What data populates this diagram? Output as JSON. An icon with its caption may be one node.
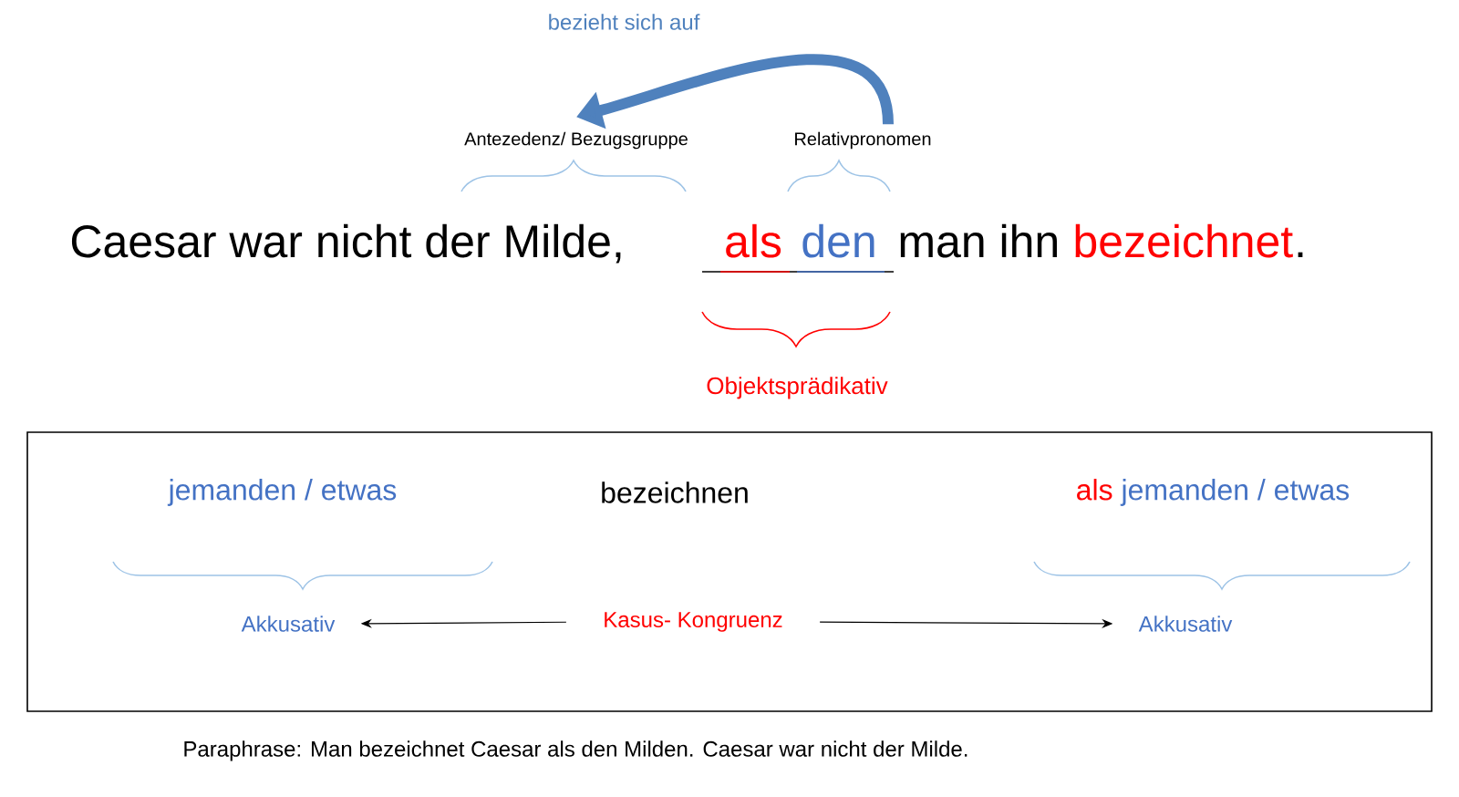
{
  "diagram": {
    "nodes": [
      {
        "text": [
          "Antezedenz/ Bezugsgruppe"
        ]
      },
      {
        "text": [
          "Relativpronomen"
        ]
      },
      {
        "text": [],
        "shape": "box"
      },
      {
        "text": [
          "jemanden / etwas"
        ],
        "in": 2
      },
      {
        "text": [
          "bezeichnen"
        ],
        "in": 2
      },
      {
        "text": [
          "als",
          "jemanden / etwas"
        ],
        "in": 2
      },
      {
        "text": [
          "Akkusativ"
        ],
        "in": 2
      },
      {
        "text": [
          "Kasus- Kongruenz"
        ],
        "in": 2
      },
      {
        "text": [
          "Akkusativ"
        ],
        "in": 2
      }
    ],
    "edges": [
      {
        "from": 1,
        "to": 0,
        "arrow": "to",
        "label": "bezieht sich auf",
        "style": "thick",
        "color": "#4f81bd"
      },
      {
        "from": 7,
        "to": 6,
        "arrow": "to"
      },
      {
        "from": 7,
        "to": 8,
        "arrow": "to"
      }
    ],
    "labels": [
      "Caesar war nicht der Milde,",
      "als",
      "den",
      "man ihn",
      "bezeichnet",
      ".",
      "Objektsprädikativ",
      "Paraphrase: Man bezeichnet Caesar als den Milden. Caesar war nicht der Milde."
    ]
  }
}
